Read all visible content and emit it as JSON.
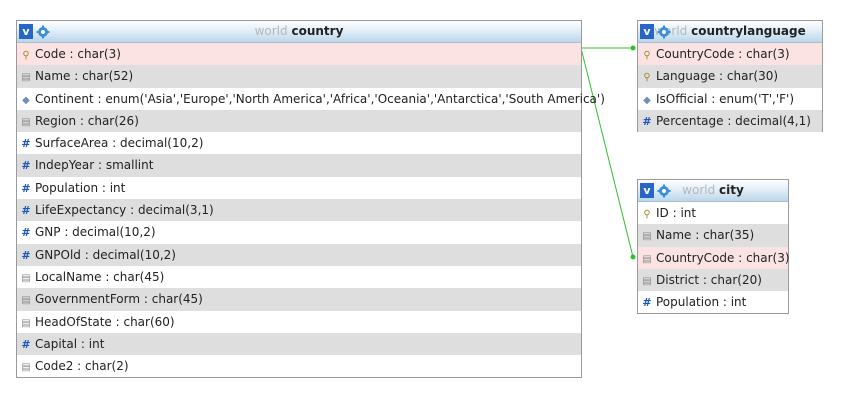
{
  "tables": [
    {
      "id": "country",
      "db": "world",
      "name": "country",
      "columns": [
        {
          "text": "Code : char(3)",
          "icon": "key-icon",
          "highlight": true
        },
        {
          "text": "Name : char(52)",
          "icon": "text-column-icon"
        },
        {
          "text": "Continent : enum('Asia','Europe','North America','Africa','Oceania','Antarctica','South America')",
          "icon": "enum-column-icon"
        },
        {
          "text": "Region : char(26)",
          "icon": "text-column-icon"
        },
        {
          "text": "SurfaceArea : decimal(10,2)",
          "icon": "numeric-column-icon"
        },
        {
          "text": "IndepYear : smallint",
          "icon": "numeric-column-icon"
        },
        {
          "text": "Population : int",
          "icon": "numeric-column-icon"
        },
        {
          "text": "LifeExpectancy : decimal(3,1)",
          "icon": "numeric-column-icon"
        },
        {
          "text": "GNP : decimal(10,2)",
          "icon": "numeric-column-icon"
        },
        {
          "text": "GNPOld : decimal(10,2)",
          "icon": "numeric-column-icon"
        },
        {
          "text": "LocalName : char(45)",
          "icon": "text-column-icon"
        },
        {
          "text": "GovernmentForm : char(45)",
          "icon": "text-column-icon"
        },
        {
          "text": "HeadOfState : char(60)",
          "icon": "text-column-icon"
        },
        {
          "text": "Capital : int",
          "icon": "numeric-column-icon"
        },
        {
          "text": "Code2 : char(2)",
          "icon": "text-column-icon"
        }
      ]
    },
    {
      "id": "countrylanguage",
      "db": "world",
      "name": "countrylanguage",
      "columns": [
        {
          "text": "CountryCode : char(3)",
          "icon": "key-icon",
          "highlight": true
        },
        {
          "text": "Language : char(30)",
          "icon": "key-icon"
        },
        {
          "text": "IsOfficial : enum('T','F')",
          "icon": "enum-column-icon"
        },
        {
          "text": "Percentage : decimal(4,1)",
          "icon": "numeric-column-icon"
        }
      ]
    },
    {
      "id": "city",
      "db": "world",
      "name": "city",
      "columns": [
        {
          "text": "ID : int",
          "icon": "key-icon"
        },
        {
          "text": "Name : char(35)",
          "icon": "text-column-icon"
        },
        {
          "text": "CountryCode : char(3)",
          "icon": "text-column-icon",
          "highlight": true
        },
        {
          "text": "District : char(20)",
          "icon": "text-column-icon"
        },
        {
          "text": "Population : int",
          "icon": "numeric-column-icon"
        }
      ]
    }
  ],
  "header_buttons": {
    "toggle": "v"
  },
  "relations": [
    {
      "from": "country.Code",
      "to": "countrylanguage.CountryCode"
    },
    {
      "from": "country.Code",
      "to": "city.CountryCode"
    }
  ],
  "colors": {
    "relation_line": "#2ec02e",
    "highlight_row": "#fbe3e4",
    "stripe_row": "#dedede"
  }
}
